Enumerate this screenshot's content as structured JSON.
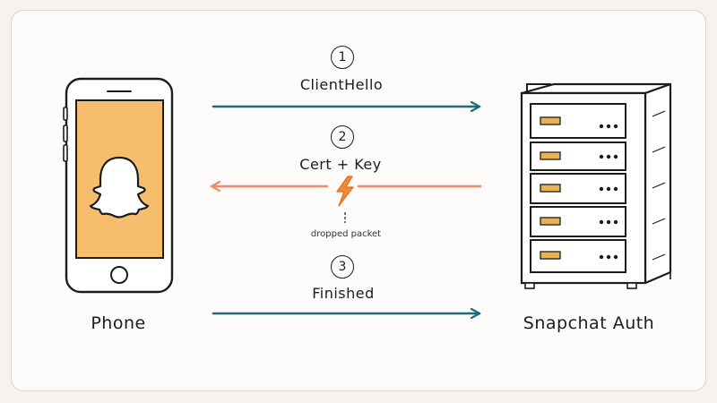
{
  "nodes": {
    "client": "Phone",
    "server": "Snapchat Auth"
  },
  "messages": [
    {
      "step": "1",
      "label": "ClientHello",
      "direction": "client-to-server",
      "color": "#1f6b78"
    },
    {
      "step": "2",
      "label": "Cert + Key",
      "direction": "server-to-client",
      "color": "#f08a6c",
      "note": "dropped packet"
    },
    {
      "step": "3",
      "label": "Finished",
      "direction": "client-to-server",
      "color": "#1f6b78"
    }
  ],
  "colors": {
    "screen": "#f5bd6c",
    "server_slot": "#e9b14f",
    "lightning": "#f08a32",
    "outline": "#1c1c1c"
  },
  "icons": {
    "phone": "smartphone-icon",
    "app": "snapchat-ghost-icon",
    "server": "server-rack-icon",
    "drop": "lightning-bolt-icon"
  }
}
